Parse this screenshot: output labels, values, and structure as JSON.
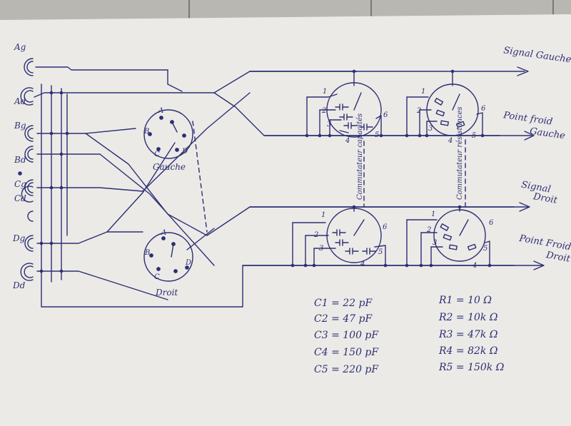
{
  "connectors": {
    "left": [
      "Ag",
      "Ad",
      "Bg",
      "Bd",
      "Cg",
      "Cd",
      "Dg",
      "Dd"
    ]
  },
  "selectors": {
    "gauche": {
      "label": "Gauche",
      "pins": [
        "A",
        "B",
        "C",
        "D"
      ]
    },
    "droit": {
      "label": "Droit",
      "pins": [
        "A",
        "B",
        "C",
        "D"
      ]
    }
  },
  "outputs": {
    "signal_gauche": "Signal Gauche",
    "point_froid_gauche_1": "Point froid",
    "point_froid_gauche_2": "Gauche",
    "signal_droit_1": "Signal",
    "signal_droit_2": "Droit",
    "point_froid_droit_1": "Point Froid",
    "point_froid_droit_2": "Droit"
  },
  "switches": {
    "commutateur_capa": "Commutateur capacités",
    "commutateur_res": "Commutateur résistances",
    "positions": [
      "1",
      "2",
      "3",
      "4",
      "5",
      "6"
    ]
  },
  "legend": {
    "capacitors": [
      "C1 = 22 pF",
      "C2 = 47 pF",
      "C3 = 100 pF",
      "C4 = 150 pF",
      "C5 = 220 pF"
    ],
    "resistors": [
      "R1 = 10 Ω",
      "R2 = 10k Ω",
      "R3 = 47k Ω",
      "R4 = 82k Ω",
      "R5 = 150k Ω"
    ]
  },
  "colors": {
    "ink": "#2c2f75",
    "paper": "#eceae6",
    "background": "#8f8a80"
  }
}
